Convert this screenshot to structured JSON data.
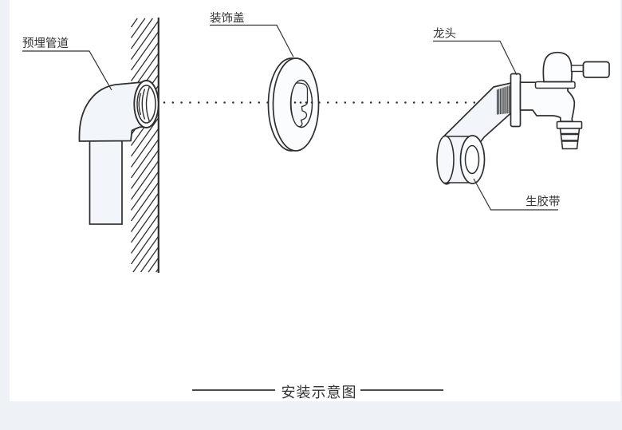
{
  "colors": {
    "page_bg": "#eef1f6",
    "canvas_bg": "#ffffff",
    "line": "#2e2e2e",
    "fill_light": "#f2f5f9",
    "fill_lighter": "#fbfcfe"
  },
  "diagram": {
    "labels": {
      "embedded_pipe": "预埋管道",
      "decorative_cover": "装饰盖",
      "faucet": "龙头",
      "thread_seal_tape": "生胶带"
    },
    "title": "安装示意图"
  }
}
